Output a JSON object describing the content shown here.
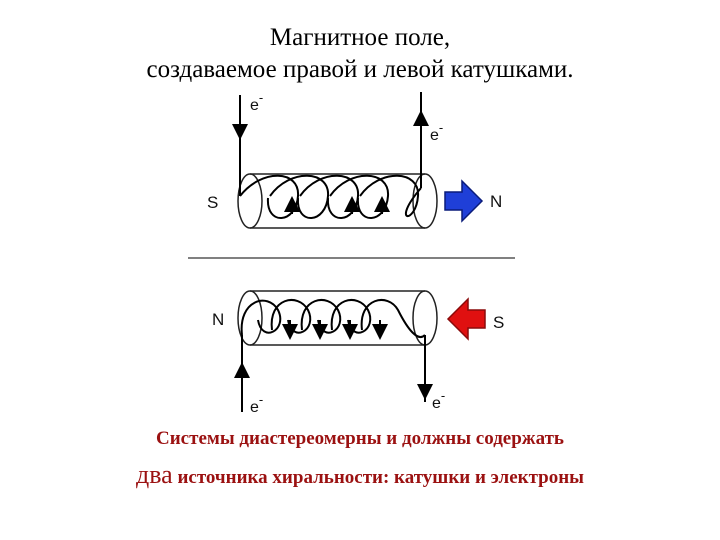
{
  "title": {
    "line1": "Магнитное поле,",
    "line2": "создаваемое правой и левой катушками."
  },
  "top_coil": {
    "electron_in": "e",
    "electron_out": "e",
    "charge": "-",
    "pole_left": "S",
    "pole_right": "N",
    "arrow_color": "#1f3fd8",
    "arrow_direction": "right"
  },
  "bottom_coil": {
    "electron_in": "e",
    "electron_out": "e",
    "charge": "-",
    "pole_left": "N",
    "pole_right": "S",
    "arrow_color": "#e01010",
    "arrow_direction": "left"
  },
  "caption": {
    "line1": "Системы диастереомерны и должны содержать",
    "line2_big": "два",
    "line2_rest": " источника хиральности: катушки и электроны"
  },
  "colors": {
    "caption": "#9b1111"
  }
}
